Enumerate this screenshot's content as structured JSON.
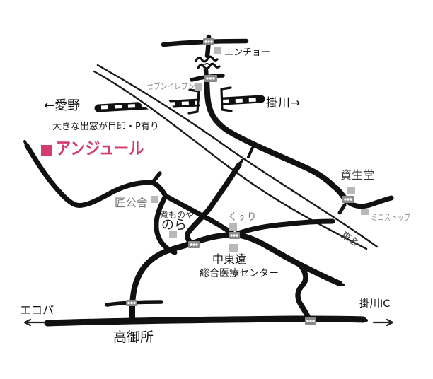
{
  "title": "アンジュール",
  "subtitle": "大きな出窓が目印・P有り",
  "stations": {
    "left": "←愛野",
    "right": "掛川→"
  },
  "landmarks": {
    "encho": "エンチョー",
    "seven_eleven": "セブンイレブン",
    "shiseido": "資生堂",
    "ministop": "ミニストップ",
    "takumikosha": "匠公舎",
    "nimonoya": "煮ものや",
    "nora": "のら",
    "kusuri": "くすり",
    "hospital_line1": "中東遠",
    "hospital_line2": "総合医療センター",
    "takamigosho": "高御所"
  },
  "directions": {
    "ecopa": "エコパ",
    "kakegawa_ic": "掛川IC",
    "tomei": "東名"
  },
  "colors": {
    "accent_pink": "#d23c6e",
    "road_black": "#111111",
    "marker_gray": "#b8b8b8",
    "signal_gray": "#8a8a8a"
  }
}
